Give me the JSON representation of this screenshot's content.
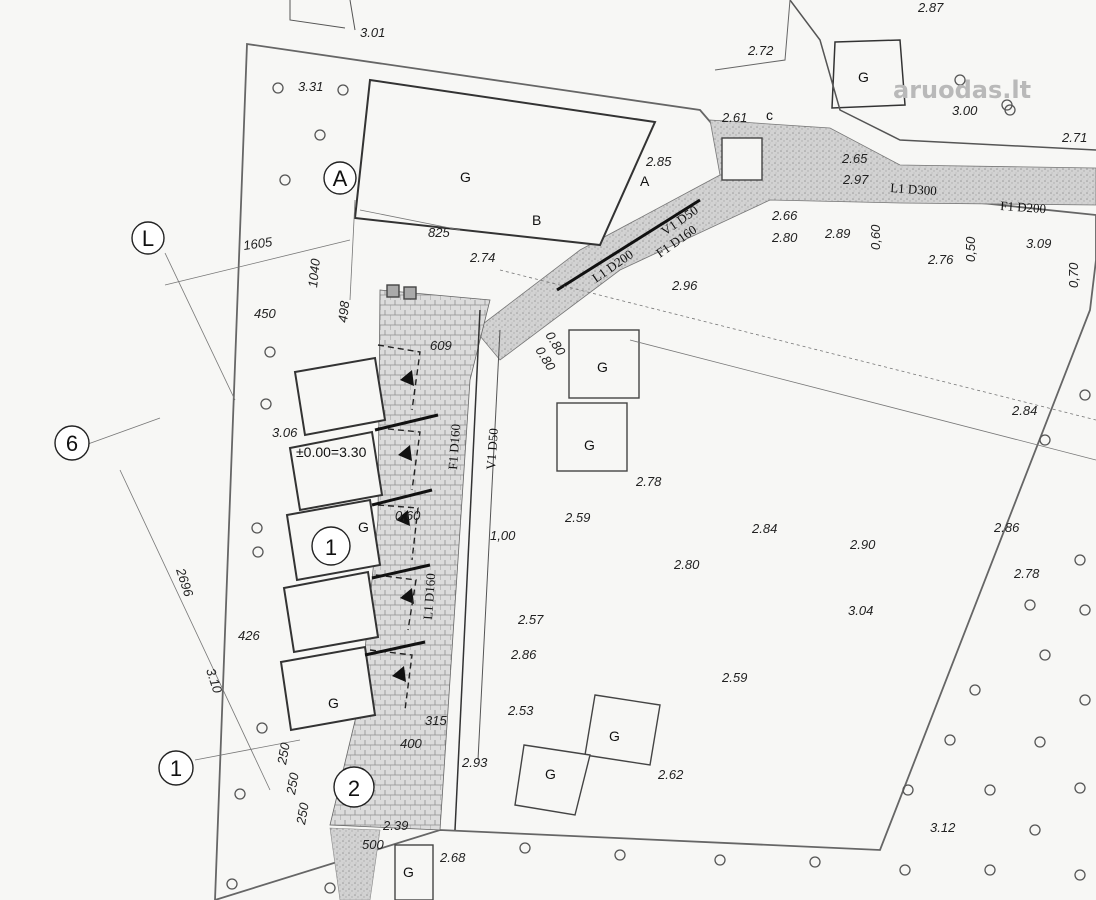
{
  "watermark": "aruodas.lt",
  "axis_markers": [
    "A",
    "L",
    "6",
    "1"
  ],
  "block_markers": [
    "1",
    "2"
  ],
  "zero_level": "±0.00=3.30",
  "garage_label": "G",
  "section_labels": [
    "A",
    "B",
    "c"
  ],
  "pipe_labels": [
    "L1 D300",
    "F1 D200",
    "V1 D50",
    "F1 D160",
    "L1 D200",
    "F1 D160",
    "V1 D50",
    "L1 D160"
  ],
  "dimensions": [
    "825",
    "1605",
    "1040",
    "498",
    "450",
    "609",
    "426",
    "2696",
    "250",
    "250",
    "250",
    "500",
    "315",
    "400",
    "1,00",
    "0,60",
    "0,60",
    "0,50",
    "0,70",
    "0.80",
    "0.80"
  ],
  "elevations": [
    "3.01",
    "2.87",
    "2.72",
    "3.31",
    "2.61",
    "3.00",
    "2.71",
    "2.85",
    "2.65",
    "2.97",
    "2.66",
    "2.80",
    "2.89",
    "2.74",
    "3.09",
    "2.76",
    "2.96",
    "2.84",
    "3.06",
    "2.78",
    "2.59",
    "2.84",
    "2.90",
    "2.86",
    "2.78",
    "2.80",
    "3.04",
    "2.57",
    "2.86",
    "2.59",
    "3.10",
    "2.53",
    "2.93",
    "2.62",
    "2.39",
    "3.12",
    "2.68"
  ]
}
